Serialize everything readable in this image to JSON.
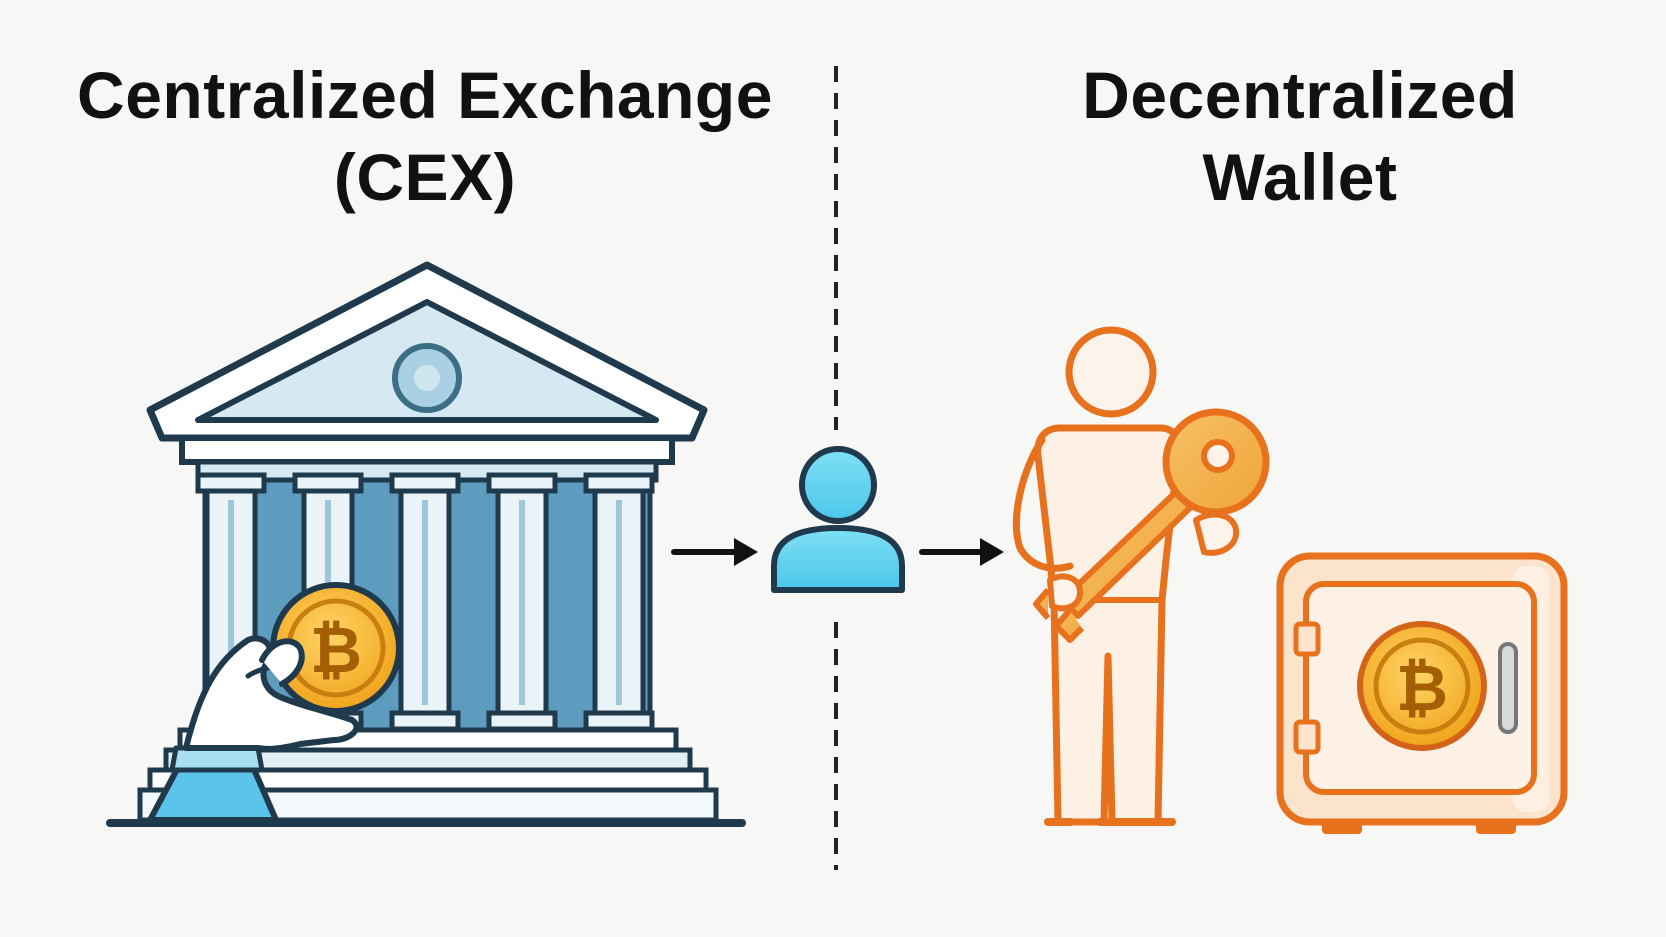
{
  "left_panel": {
    "title_line1": "Centralized Exchange",
    "title_line2": "(CEX)"
  },
  "right_panel": {
    "title_line1": "Decentralized",
    "title_line2": "Wallet"
  },
  "colors": {
    "outline_dark": "#1f3a4d",
    "bank_light": "#d6e8f2",
    "bank_mid": "#5d9cbf",
    "user_cyan": "#5cd0ee",
    "orange_outline": "#e8711e",
    "orange_fill": "#fbe3cc",
    "key_gold": "#f2ac42",
    "coin_gold": "#f5b82b",
    "divider": "#222222"
  },
  "icons": [
    "bank-building-icon",
    "hand-holding-bitcoin-icon",
    "user-icon",
    "person-holding-key-icon",
    "key-icon",
    "safe-icon",
    "bitcoin-coin-icon",
    "arrow-right-icon"
  ]
}
